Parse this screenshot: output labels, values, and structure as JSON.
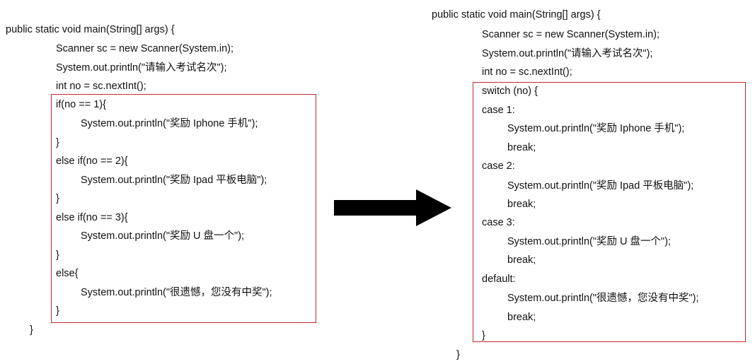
{
  "left_panel": {
    "lines": [
      "public static void main(String[] args) {",
      "Scanner sc = new Scanner(System.in);",
      "System.out.println(\"请输入考试名次\");",
      "int no = sc.nextInt();",
      "if(no == 1){",
      "System.out.println(\"奖励 Iphone 手机\");",
      "}",
      "else if(no == 2){",
      "System.out.println(\"奖励 Ipad 平板电脑\");",
      "}",
      "else if(no == 3){",
      "System.out.println(\"奖励 U 盘一个\");",
      "}",
      "else{",
      "System.out.println(\"很遗憾，您没有中奖\");",
      "}",
      "}"
    ]
  },
  "right_panel": {
    "lines": [
      "public static void main(String[] args) {",
      "Scanner sc = new Scanner(System.in);",
      "System.out.println(\"请输入考试名次\");",
      "int no = sc.nextInt();",
      "switch (no) {",
      "case 1:",
      "System.out.println(\"奖励 Iphone 手机\");",
      "break;",
      "case 2:",
      "System.out.println(\"奖励 Ipad 平板电脑\");",
      "break;",
      "case 3:",
      "System.out.println(\"奖励 U 盘一个\");",
      "break;",
      "default:",
      "System.out.println(\"很遗憾，您没有中奖\");",
      "break;",
      "}",
      "}"
    ]
  },
  "colors": {
    "highlight_border": "#c0282d",
    "arrow": "#000000",
    "text": "#111111"
  },
  "icons": {
    "transform_arrow": "right-arrow-icon"
  }
}
